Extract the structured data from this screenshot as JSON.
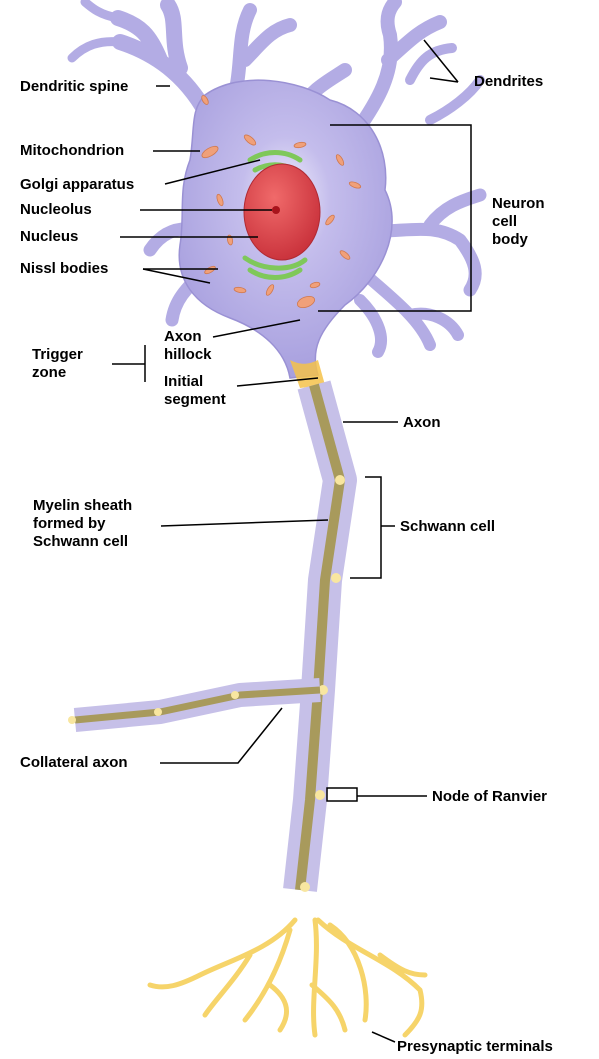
{
  "labels": {
    "dendritic_spine": "Dendritic spine",
    "dendrites": "Dendrites",
    "mitochondrion": "Mitochondrion",
    "golgi_apparatus": "Golgi apparatus",
    "nucleolus": "Nucleolus",
    "nucleus": "Nucleus",
    "nissl_bodies": "Nissl bodies",
    "neuron_cell_body": "Neuron\ncell\nbody",
    "trigger_zone": "Trigger\nzone",
    "axon_hillock": "Axon\nhillock",
    "initial_segment": "Initial\nsegment",
    "axon": "Axon",
    "myelin_sheath": "Myelin sheath\nformed by\nSchwann cell",
    "schwann_cell": "Schwann cell",
    "collateral_axon": "Collateral axon",
    "node_of_ranvier": "Node of Ranvier",
    "presynaptic_terminals": "Presynaptic terminals"
  },
  "colors": {
    "cell_body": "#b5aee6",
    "cell_body_edge": "#8f86cc",
    "nucleus": "#e0454a",
    "nucleolus": "#a8141c",
    "golgi": "#7fc85a",
    "mitochondria": "#f0a07a",
    "axon_core": "#a89a5c",
    "myelin": "#c6c0e8",
    "hillock": "#f4c24a",
    "terminals": "#f6d46a",
    "leader_line": "#000000"
  }
}
